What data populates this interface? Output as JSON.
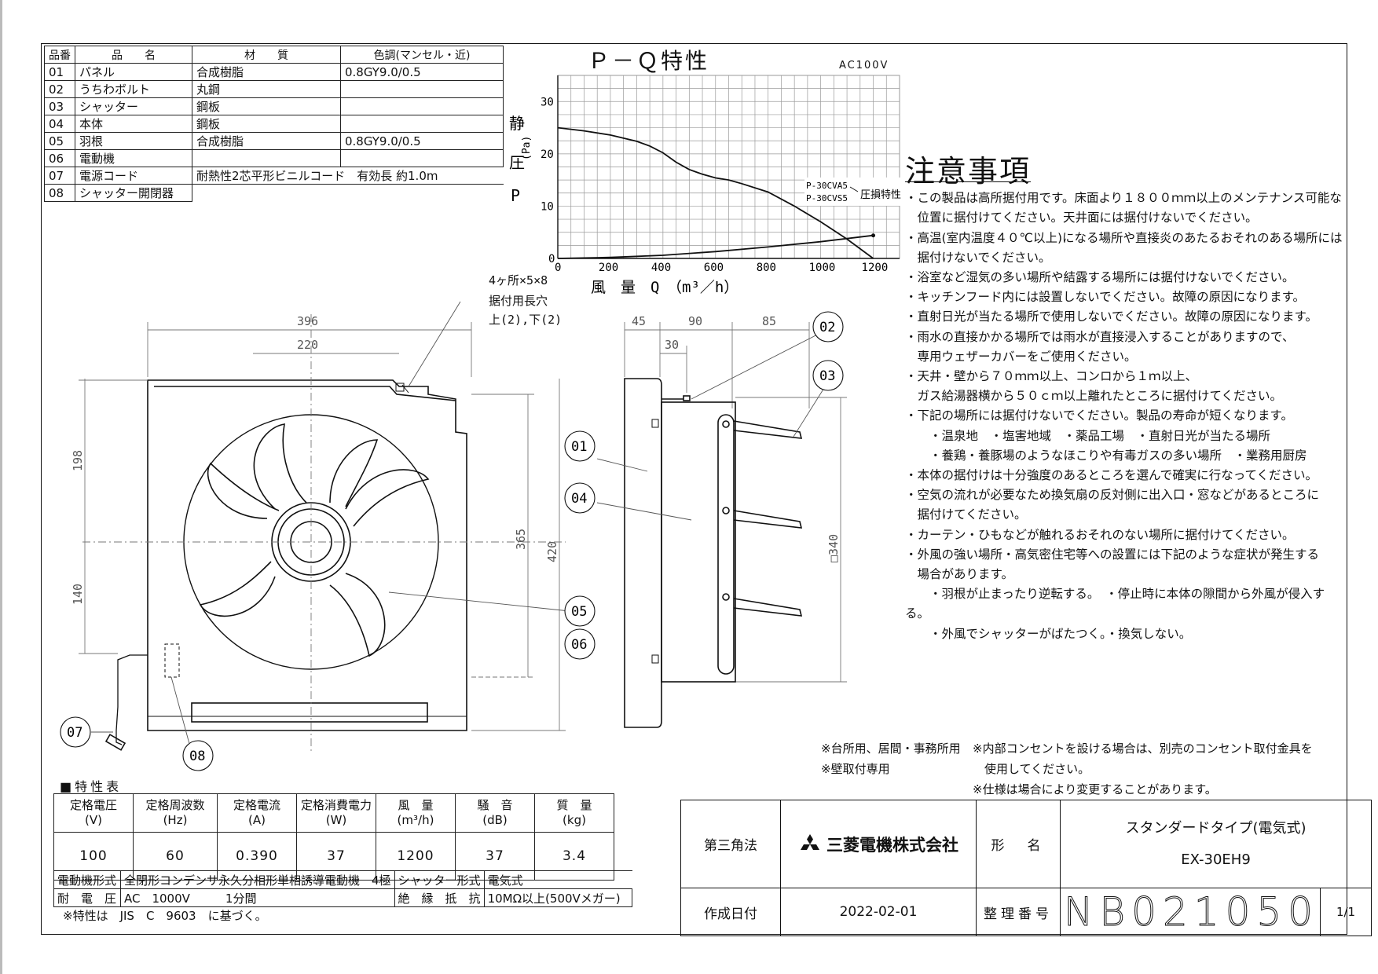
{
  "parts_table": {
    "headers": [
      "品番",
      "品　　名",
      "材　　質",
      "色調(マンセル・近)"
    ],
    "rows": [
      [
        "01",
        "パネル",
        "合成樹脂",
        "0.8GY9.0/0.5"
      ],
      [
        "02",
        "うちわボルト",
        "丸鋼",
        ""
      ],
      [
        "03",
        "シャッター",
        "鋼板",
        ""
      ],
      [
        "04",
        "本体",
        "鋼板",
        ""
      ],
      [
        "05",
        "羽根",
        "合成樹脂",
        "0.8GY9.0/0.5"
      ],
      [
        "06",
        "電動機",
        "",
        ""
      ],
      [
        "07",
        "電源コード",
        "耐熱性2芯平形ビニルコード　有効長 約1.0m",
        ""
      ],
      [
        "08",
        "シャッター開閉器",
        "",
        ""
      ]
    ]
  },
  "pq_chart": {
    "title": "Ｐ－Ｑ特性",
    "power": "AC100V",
    "ylabel_chars": [
      "静",
      "圧",
      "P"
    ],
    "yunit": "(Pa)",
    "xlabel": "風　量　Q　（m³／h）",
    "curve_label_1": "P-30CVA5",
    "curve_label_2": "P-30CVS5",
    "curve_label_3": "圧損特性"
  },
  "chart_data": {
    "type": "line",
    "title": "Ｐ－Ｑ特性",
    "xlabel": "風　量　Q　（m³／h）",
    "ylabel": "静圧 P (Pa)",
    "xlim": [
      0,
      1300
    ],
    "ylim": [
      0,
      35
    ],
    "xticks": [
      0,
      200,
      400,
      600,
      800,
      1000,
      1200
    ],
    "yticks": [
      0,
      10,
      20,
      30
    ],
    "grid": true,
    "series": [
      {
        "name": "",
        "x": [
          0,
          100,
          200,
          300,
          350,
          400,
          450,
          500,
          550,
          600,
          650,
          700,
          800,
          900,
          1000,
          1100,
          1200
        ],
        "y": [
          25,
          24.4,
          23.6,
          22.4,
          21.5,
          20.2,
          18.4,
          17,
          16.1,
          15.4,
          15,
          14.3,
          12.7,
          10,
          7,
          3.7,
          0
        ]
      },
      {
        "name": "",
        "x": [
          0,
          200,
          400,
          600,
          800,
          1000,
          1200
        ],
        "y": [
          0,
          0.2,
          0.6,
          1.3,
          2.2,
          3.2,
          4.4
        ]
      }
    ]
  },
  "dimensions": {
    "w396": "396",
    "w220": "220",
    "h198": "198",
    "h140": "140",
    "h365": "365",
    "h420": "420",
    "d45": "45",
    "d90": "90",
    "d85": "85",
    "d30": "30",
    "d340": "□340",
    "holes_1": "4ヶ所×5×8",
    "holes_2": "据付用長穴",
    "holes_3": "上(2),下(2)"
  },
  "callouts": [
    "01",
    "02",
    "03",
    "04",
    "05",
    "06",
    "07",
    "08"
  ],
  "notes": {
    "title": "注意事項",
    "items": [
      "・この製品は高所据付用です。床面より１８００ｍｍ以上のメンテナンス可能な",
      "　位置に据付けてください。天井面には据付けないでください。",
      "・高温(室内温度４０℃以上)になる場所や直接炎のあたるおそれのある場所には",
      "　据付けないでください。",
      "・浴室など湿気の多い場所や結露する場所には据付けないでください。",
      "・キッチンフード内には設置しないでください。故障の原因になります。",
      "・直射日光が当たる場所で使用しないでください。故障の原因になります。",
      "・雨水の直接かかる場所では雨水が直接浸入することがありますので、",
      "　専用ウェザーカバーをご使用ください。",
      "・天井・壁から７０ｍｍ以上、コンロから１ｍ以上、",
      "　ガス給湯器横から５０ｃｍ以上離れたところに据付けてください。",
      "・下記の場所には据付けないでください。製品の寿命が短くなります。",
      "　　・温泉地　・塩害地域　・薬品工場　・直射日光が当たる場所",
      "　　・養鶏・養豚場のようなほこりや有毒ガスの多い場所　・業務用厨房",
      "・本体の据付けは十分強度のあるところを選んで確実に行なってください。",
      "・空気の流れが必要なため換気扇の反対側に出入口・窓などがあるところに",
      "　据付けてください。",
      "・カーテン・ひもなどが触れるおそれのない場所に据付けてください。",
      "・外風の強い場所・高気密住宅等への設置には下記のような症状が発生する",
      "　場合があります。",
      "　　・羽根が止まったり逆転する。　・停止時に本体の隙間から外風が侵入する。",
      "　　・外風でシャッターがばたつく。・換気しない。"
    ]
  },
  "footnotes": {
    "left_1": "※台所用、居間・事務所用",
    "left_2": "※壁取付専用",
    "right_1": "※内部コンセントを設ける場合は、別売のコンセント取付金具を",
    "right_2": "　使用してください。",
    "right_3": "※仕様は場合により変更することがあります。"
  },
  "spec_table": {
    "heading": "■特性表",
    "headers": [
      [
        "定格電圧",
        "(V)"
      ],
      [
        "定格周波数",
        "(Hz)"
      ],
      [
        "定格電流",
        "(A)"
      ],
      [
        "定格消費電力",
        "(W)"
      ],
      [
        "風　量",
        "(m³/h)"
      ],
      [
        "騒　音",
        "(dB)"
      ],
      [
        "質　量",
        "(kg)"
      ]
    ],
    "values": [
      "100",
      "60",
      "0.390",
      "37",
      "1200",
      "37",
      "3.4"
    ],
    "motor_label": "電動機形式",
    "motor_value": "全閉形コンデンサ永久分相形単相誘導電動機　4極",
    "shutter_label": "シャッター形式",
    "shutter_value": "電気式",
    "voltage_label": "耐　電　圧",
    "voltage_value": "AC　1000V　　　1分間",
    "insulation_label": "絶　縁　抵　抗",
    "insulation_value": "10MΩ以上(500Vメガー)",
    "note": "※特性は　JIS　C　9603　に基づく。"
  },
  "title_block": {
    "projection": "第三角法",
    "company": "三菱電機株式会社",
    "model_label": "形　名",
    "type_name": "スタンダードタイプ(電気式)",
    "model": "EX-30EH9",
    "date_label": "作成日付",
    "date": "2022-02-01",
    "number_label": "整理番号",
    "number": "NB021050",
    "sheet": "1/1"
  },
  "colors": {
    "line": "#111111",
    "grid": "#9a9a9a",
    "dim": "#777777"
  }
}
